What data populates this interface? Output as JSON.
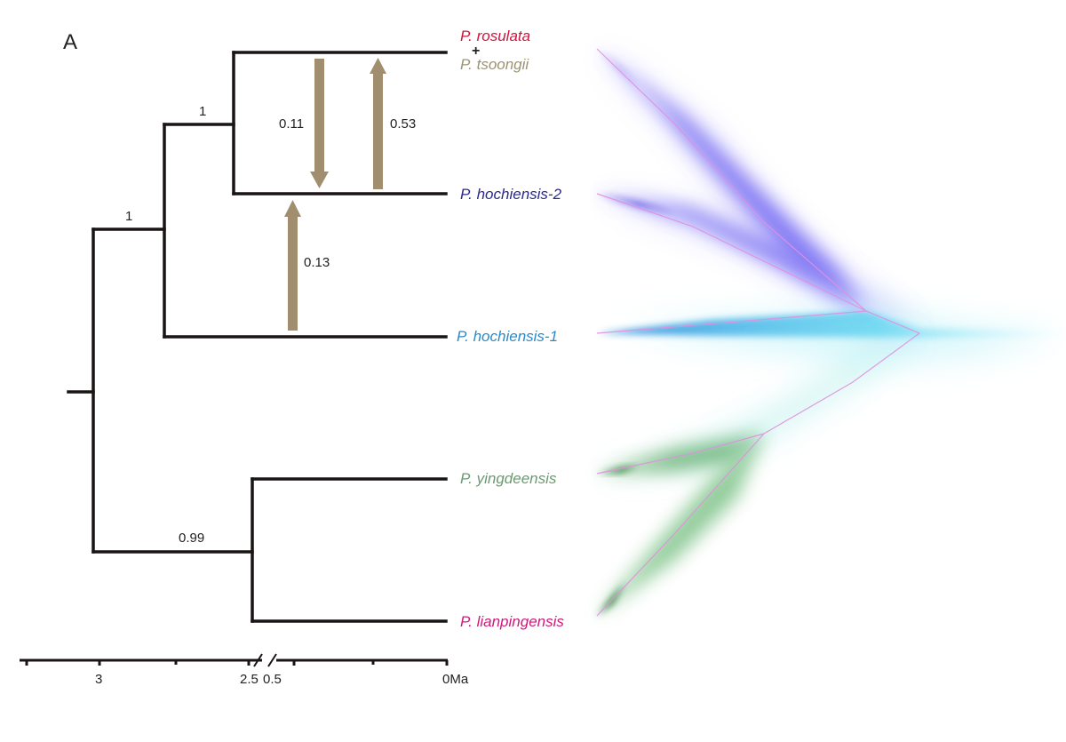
{
  "figure": {
    "panel_label": "A",
    "taxa": [
      {
        "id": "rosulata",
        "label": "P. rosulata",
        "color": "#d0143c"
      },
      {
        "id": "tsoongii",
        "label": "P. tsoongii",
        "color": "#9b9470"
      },
      {
        "id": "hochiensis2",
        "label": "P. hochiensis-2",
        "color": "#2a2a8a"
      },
      {
        "id": "hochiensis1",
        "label": "P. hochiensis-1",
        "color": "#2a8ac8"
      },
      {
        "id": "yingdeensis",
        "label": "P. yingdeensis",
        "color": "#6a9a70"
      },
      {
        "id": "lianpingensis",
        "label": "P. lianpingensis",
        "color": "#d0197a"
      }
    ],
    "combined_symbol": "+",
    "support_values": {
      "rosulata_hochiensis2_node": "1",
      "hochiensis_clade_node": "1",
      "yingdeensis_lianpingensis_node": "0.99"
    },
    "migration_rates": [
      {
        "from": "P. rosulata + P. tsoongii",
        "to": "P. hochiensis-2",
        "value": "0.11"
      },
      {
        "from": "P. hochiensis-2",
        "to": "P. rosulata + P. tsoongii",
        "value": "0.53"
      },
      {
        "from": "P. hochiensis-1",
        "to": "P. hochiensis-2",
        "value": "0.13"
      }
    ],
    "axis": {
      "tick_labels": [
        "3",
        "2.5",
        "0.5",
        "0Ma"
      ],
      "break_symbol": "//"
    },
    "colors": {
      "branch": "#1a1414",
      "arrow": "#a08e6e",
      "cloud_top": "#4a3cf0",
      "cloud_mid": "#38b8e8",
      "cloud_bottom": "#3a9a48",
      "consensus_line": "#e090e0"
    }
  }
}
